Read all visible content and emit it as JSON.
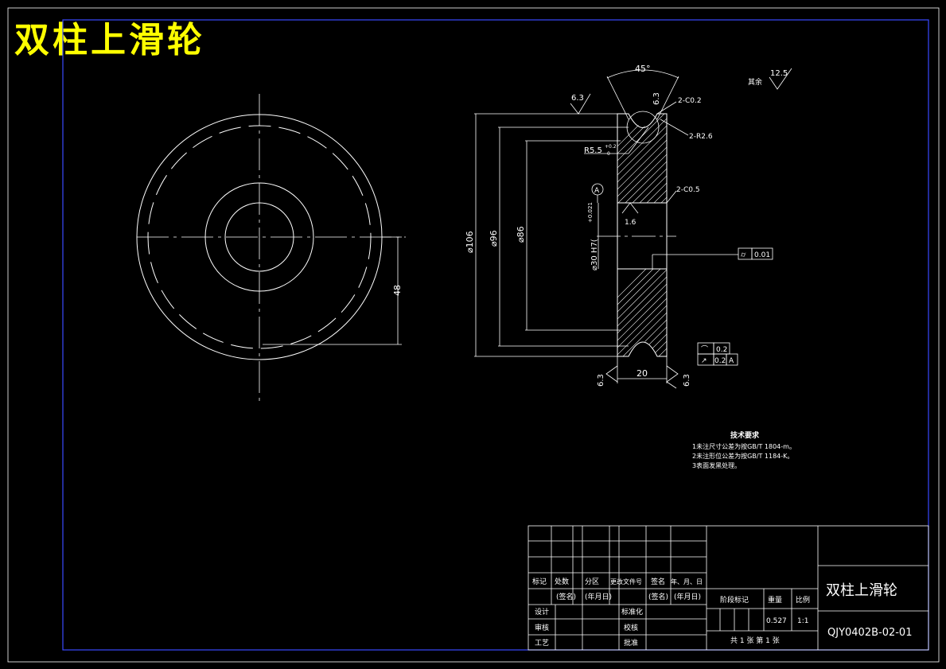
{
  "title": "双柱上滑轮",
  "drawing": {
    "dims": {
      "angle": "45°",
      "rough_top": "6.3",
      "rough_groove": "6.3",
      "rough_other_label": "其余",
      "rough_other": "12.5",
      "chamfer_top": "2-C0.2",
      "radius": "2-R2.6",
      "groove_radius": "R5.5",
      "groove_tol_up": "+0.2",
      "groove_tol_low": "0",
      "chamfer_mid": "2-C0.5",
      "datum": "A",
      "bore": "⌀30 H7(",
      "bore_tol": "+0.021",
      "bore_tol_low": "0",
      "rough_bore": "1.6",
      "d106": "⌀106",
      "d96": "⌀96",
      "d86": "⌀86",
      "h48": "48",
      "width": "20",
      "rough_bl": "6.3",
      "rough_br": "6.3",
      "runout_val": "0.01",
      "profile_val": "0.2",
      "runout2_val": "0.2",
      "runout2_datum": "A"
    },
    "notes": {
      "heading": "技术要求",
      "lines": [
        "1未注尺寸公差为按GB/T 1804-m。",
        "2未注形位公差为按GB/T 1184-K。",
        "3表面发黑处理。"
      ]
    }
  },
  "title_block": {
    "row_labels": [
      "标记",
      "处数",
      "分区",
      "更改文件号",
      "签名",
      "年、月、日"
    ],
    "sign1": "(签名)",
    "date1": "(年月日)",
    "sign2": "(签名)",
    "date2": "(年月日)",
    "design": "设计",
    "standard": "标准化",
    "check": "审核",
    "proof": "校核",
    "process": "工艺",
    "approve": "批准",
    "stage": "阶段标记",
    "weight_label": "重量",
    "scale_label": "比例",
    "weight": "0.527",
    "scale": "1:1",
    "sheets": "共 1 张  第 1 张",
    "part_name": "双柱上滑轮",
    "part_no": "QJY0402B-02-01"
  }
}
